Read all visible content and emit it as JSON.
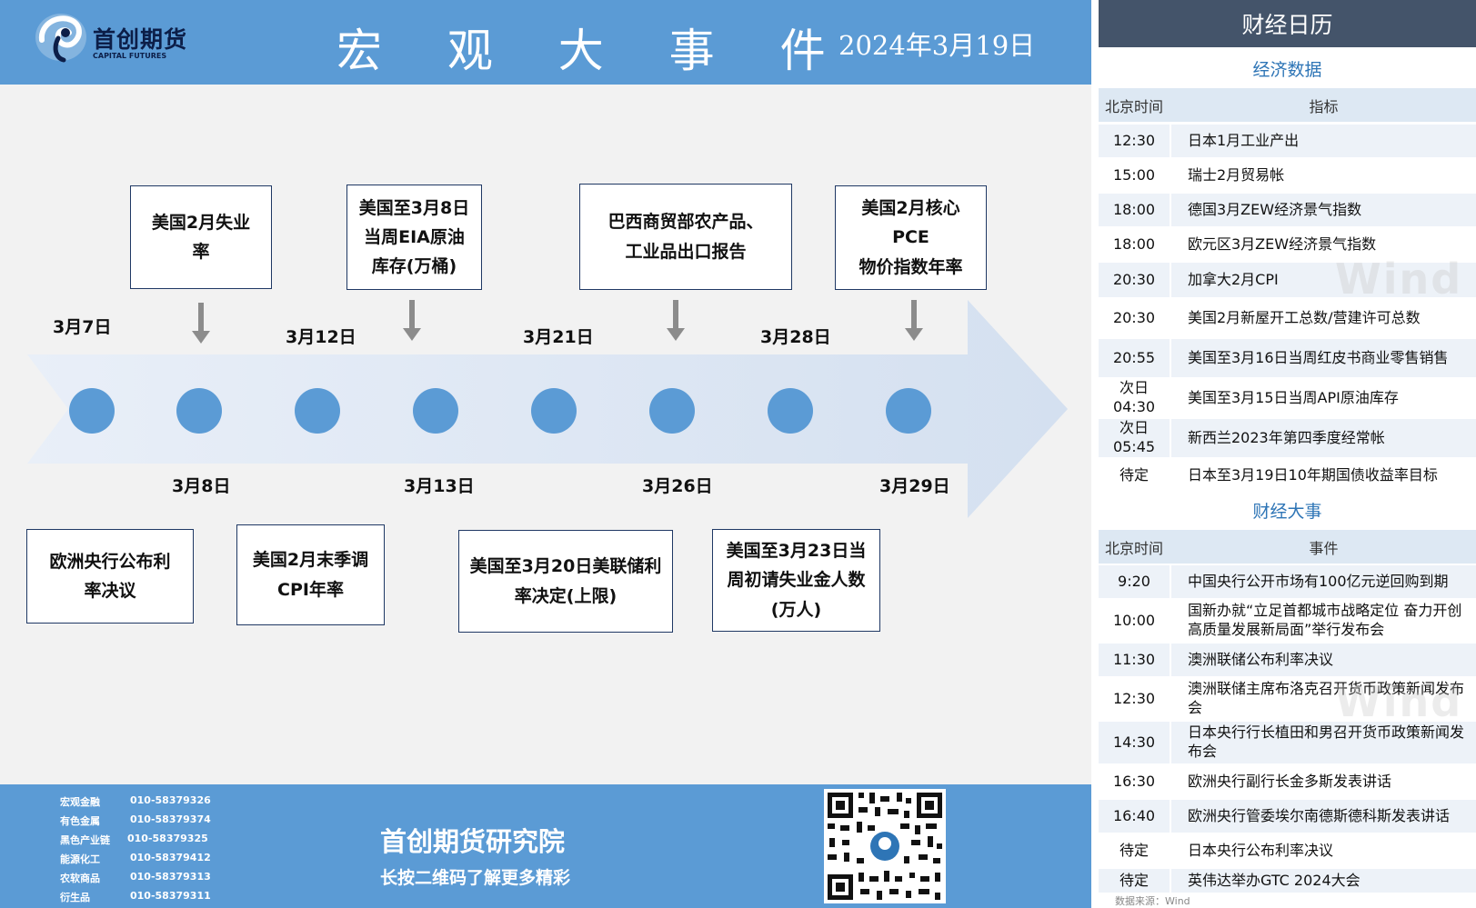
{
  "header": {
    "logo_cn": "首创期货",
    "logo_en": "CAPITAL FUTURES",
    "title": "宏 观 大 事 件",
    "date": "2024年3月19日"
  },
  "timeline": {
    "dates_top": [
      "3月7日",
      "3月12日",
      "3月21日",
      "3月28日"
    ],
    "dates_bottom": [
      "3月8日",
      "3月13日",
      "3月26日",
      "3月29日"
    ],
    "events_top": [
      {
        "lines": [
          "美国2月失业",
          "率"
        ]
      },
      {
        "lines": [
          "美国至3月8日",
          "当周EIA原油",
          "库存(万桶)"
        ]
      },
      {
        "lines": [
          "巴西商贸部农产品、",
          "工业品出口报告"
        ]
      },
      {
        "lines": [
          "美国2月核心PCE",
          "物价指数年率"
        ]
      }
    ],
    "events_bottom": [
      {
        "lines": [
          "欧洲央行公布利",
          "率决议"
        ]
      },
      {
        "lines": [
          "美国2月末季调",
          "CPI年率"
        ]
      },
      {
        "lines": [
          "美国至3月20日美联储利",
          "率决定(上限)"
        ]
      },
      {
        "lines": [
          "美国至3月23日当",
          "周初请失业金人数",
          "(万人)"
        ]
      }
    ]
  },
  "footer": {
    "contacts": [
      {
        "dept": "宏观金融",
        "phone": "010-58379326"
      },
      {
        "dept": "有色金属",
        "phone": "010-58379374"
      },
      {
        "dept": "黑色产业链",
        "phone": "010-58379325"
      },
      {
        "dept": "能源化工",
        "phone": "010-58379412"
      },
      {
        "dept": "农软商品",
        "phone": "010-58379313"
      },
      {
        "dept": "衍生品",
        "phone": "010-58379311"
      }
    ],
    "institute": "首创期货研究院",
    "qr_hint": "长按二维码了解更多精彩"
  },
  "calendar": {
    "title": "财经日历",
    "econ_title": "经济数据",
    "econ_head": {
      "time": "北京时间",
      "item": "指标"
    },
    "econ_rows": [
      {
        "time": "12:30",
        "item": "日本1月工业产出"
      },
      {
        "time": "15:00",
        "item": "瑞士2月贸易帐"
      },
      {
        "time": "18:00",
        "item": "德国3月ZEW经济景气指数"
      },
      {
        "time": "18:00",
        "item": "欧元区3月ZEW经济景气指数"
      },
      {
        "time": "20:30",
        "item": "加拿大2月CPI"
      },
      {
        "time": "20:30",
        "item": "美国2月新屋开工总数/营建许可总数"
      },
      {
        "time": "20:55",
        "item": "美国至3月16日当周红皮书商业零售销售"
      },
      {
        "time": "次日 04:30",
        "item": "美国至3月15日当周API原油库存"
      },
      {
        "time": "次日 05:45",
        "item": "新西兰2023年第四季度经常帐"
      },
      {
        "time": "待定",
        "item": "日本至3月19日10年期国债收益率目标"
      }
    ],
    "events_title": "财经大事",
    "events_head": {
      "time": "北京时间",
      "item": "事件"
    },
    "event_rows": [
      {
        "time": "9:20",
        "item": "中国央行公开市场有100亿元逆回购到期"
      },
      {
        "time": "10:00",
        "item": "国新办就“立足首都城市战略定位 奋力开创高质量发展新局面”举行发布会"
      },
      {
        "time": "11:30",
        "item": "澳洲联储公布利率决议"
      },
      {
        "time": "12:30",
        "item": "澳洲联储主席布洛克召开货币政策新闻发布会"
      },
      {
        "time": "14:30",
        "item": "日本央行行长植田和男召开货币政策新闻发布会"
      },
      {
        "time": "16:30",
        "item": "欧洲央行副行长金多斯发表讲话"
      },
      {
        "time": "16:40",
        "item": "欧洲央行管委埃尔南德斯德科斯发表讲话"
      },
      {
        "time": "待定",
        "item": "日本央行公布利率决议"
      },
      {
        "time": "待定",
        "item": "英伟达举办GTC 2024大会"
      }
    ],
    "source": "数据来源：Wind",
    "watermark": "Wind"
  }
}
